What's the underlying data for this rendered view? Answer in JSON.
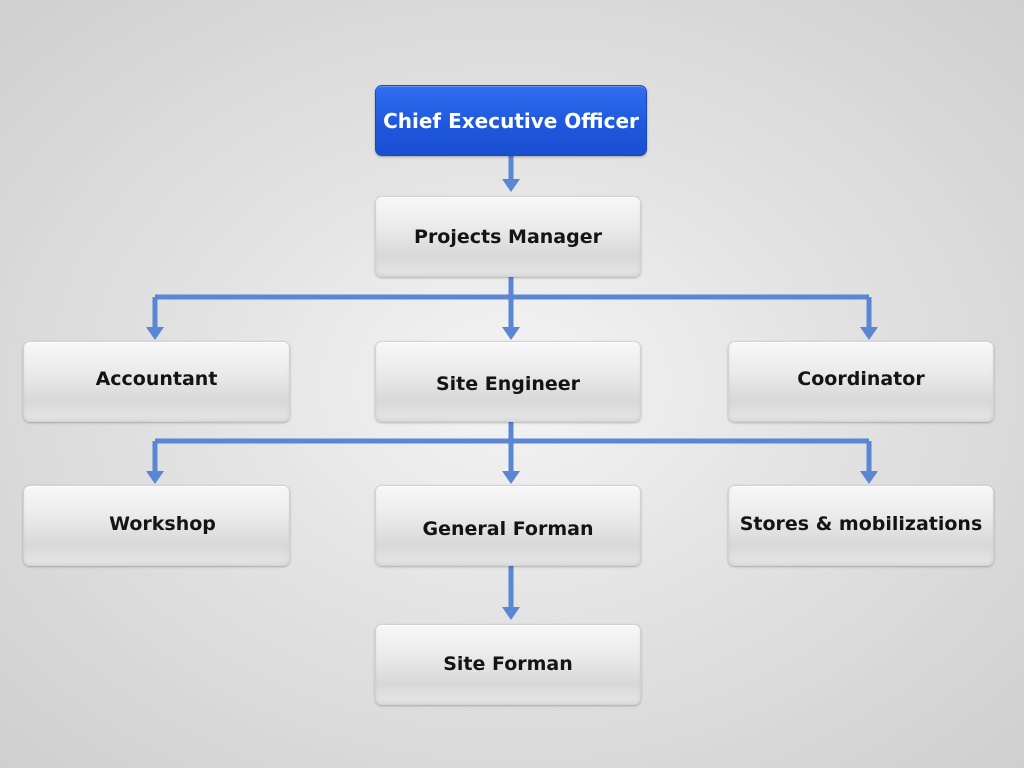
{
  "colors": {
    "connector": "#5b86d4",
    "top_box": "#1f58de",
    "box": "#e4e4e4"
  },
  "nodes": {
    "ceo": "Chief Executive Officer",
    "projects_manager": "Projects Manager",
    "accountant": "Accountant",
    "site_engineer": "Site Engineer",
    "coordinator": "Coordinator",
    "workshop": "Workshop",
    "general_forman": "General Forman",
    "stores": "Stores & mobilizations",
    "site_forman": "Site Forman"
  },
  "edges": [
    [
      "ceo",
      "projects_manager"
    ],
    [
      "projects_manager",
      "accountant"
    ],
    [
      "projects_manager",
      "site_engineer"
    ],
    [
      "projects_manager",
      "coordinator"
    ],
    [
      "site_engineer",
      "workshop"
    ],
    [
      "site_engineer",
      "general_forman"
    ],
    [
      "site_engineer",
      "stores"
    ],
    [
      "general_forman",
      "site_forman"
    ]
  ]
}
